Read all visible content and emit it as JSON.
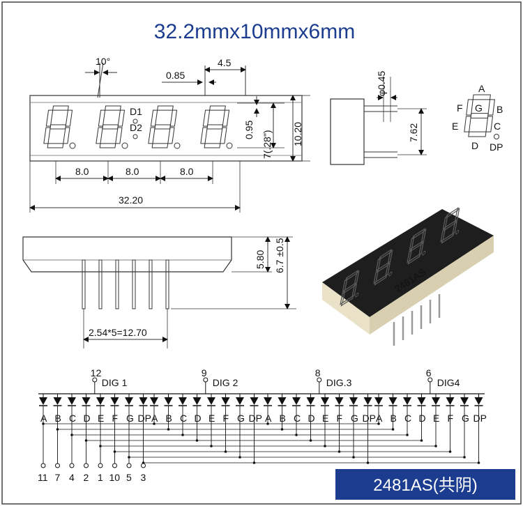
{
  "title": "32.2mmx10mmx6mm",
  "dims": {
    "angle": "10°",
    "w45": "4.5",
    "w085": "0.85",
    "phi045": "φ0.45",
    "h095": "0.95",
    "h7": "7(.28\")",
    "h1020": "10.20",
    "h762": "7.62",
    "pitch1": "8.0",
    "pitch2": "8.0",
    "pitch3": "8.0",
    "total": "32.20",
    "h580": "5.80",
    "h67": "6.7 ±0.5",
    "pinpitch": "2.54*5=12.70"
  },
  "legend": {
    "a": "A",
    "b": "B",
    "c": "C",
    "d": "D",
    "e": "E",
    "f": "F",
    "g": "G",
    "dp": "DP"
  },
  "face": {
    "d1": "D1",
    "d2": "D2"
  },
  "digits": [
    {
      "pin": "12",
      "label": "DIG 1"
    },
    {
      "pin": "9",
      "label": "DIG 2"
    },
    {
      "pin": "8",
      "label": "DIG.3"
    },
    {
      "pin": "6",
      "label": "DIG4"
    }
  ],
  "segment_labels": [
    "A",
    "B",
    "C",
    "D",
    "E",
    "F",
    "G",
    "DP"
  ],
  "pins_bottom": [
    "11",
    "7",
    "4",
    "2",
    "1",
    "10",
    "5",
    "3"
  ],
  "badge": {
    "text": "2481AS(共阴)"
  },
  "colors": {
    "title": "#1b3c8f",
    "badge": "#1b3c8f",
    "led_body": "#1e1e1e",
    "segment": "#d23a3a"
  }
}
